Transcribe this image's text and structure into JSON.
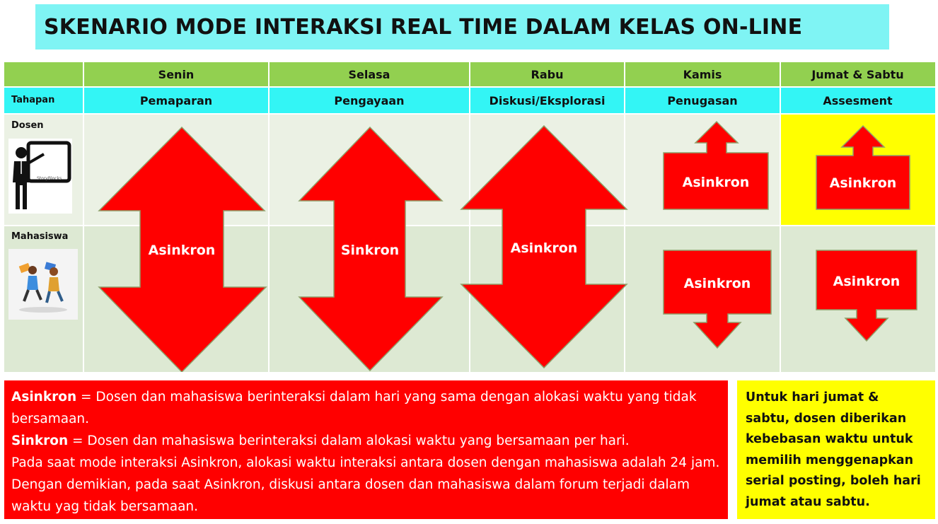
{
  "title": "SKENARIO MODE INTERAKSI REAL TIME DALAM KELAS ON-LINE",
  "days": [
    "Senin",
    "Selasa",
    "Rabu",
    "Kamis",
    "Jumat & Sabtu"
  ],
  "tahapan_label": "Tahapan",
  "stages": [
    "Pemaparan",
    "Pengayaan",
    "Diskusi/Eksplorasi",
    "Penugasan",
    "Assesment"
  ],
  "dosen_label": "Dosen",
  "mahasiswa_label": "Mahasiswa",
  "mode": {
    "senin": "Asinkron",
    "selasa": "Sinkron",
    "rabu": "Asinkron",
    "kamis_dosen": "Asinkron",
    "kamis_mahasiswa": "Asinkron",
    "jumat_dosen": "Asinkron",
    "jumat_mahasiswa": "Asinkron"
  },
  "illustration_text": "StoryBlocks",
  "notes": {
    "asinkron_term": "Asinkron",
    "asinkron_def": " = Dosen dan mahasiswa berinteraksi dalam hari yang sama dengan alokasi waktu yang tidak bersamaan.",
    "sinkron_term": "Sinkron",
    "sinkron_def": " = Dosen dan mahasiswa berinteraksi dalam alokasi waktu yang bersamaan per hari.",
    "detail": "Pada saat mode interaksi Asinkron, alokasi waktu interaksi antara dosen dengan mahasiswa adalah 24 jam. Dengan demikian, pada saat Asinkron, diskusi antara dosen dan mahasiswa dalam forum terjadi dalam waktu yag tidak bersamaan."
  },
  "side_note": "Untuk hari jumat & sabtu, dosen diberikan kebebasan waktu untuk memilih menggenapkan serial posting, boleh hari jumat atau sabtu.",
  "colors": {
    "title_bg": "#7ff4f4",
    "header_green": "#92d050",
    "header_cyan": "#33f5f5",
    "arrow_red": "#ff0000",
    "highlight_yellow": "#ffff00"
  }
}
